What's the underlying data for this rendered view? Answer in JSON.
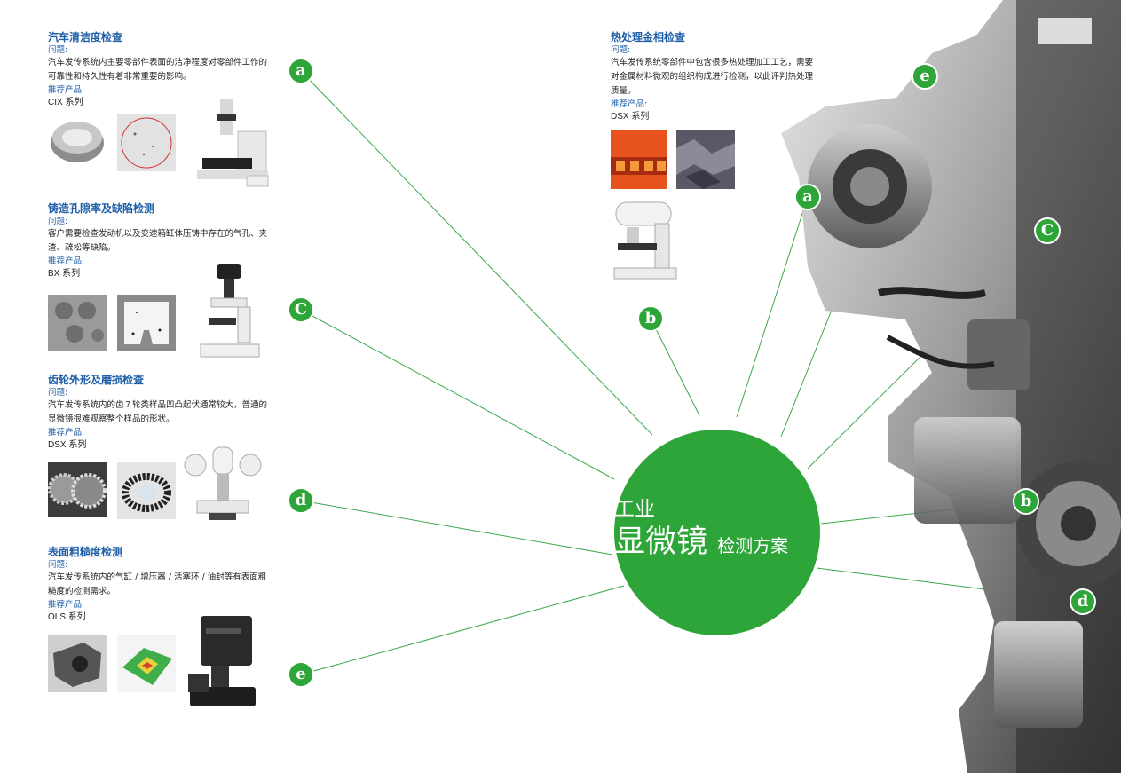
{
  "sections": {
    "cleanliness": {
      "title": "汽车清洁度检查",
      "q_label": "问题:",
      "q_text": "汽车发传系统内主要零部件表面的洁净程度对零部件工作的可靠性和持久性有着非常重要的影响。",
      "p_label": "推荐产品:",
      "product": "CIX 系列"
    },
    "casting": {
      "title": "铸造孔隙率及缺陷检测",
      "q_label": "问题:",
      "q_text": "客户需要检查发动机以及变速箱缸体压铸中存在的气孔、夹渣、疏松等缺陷。",
      "p_label": "推荐产品:",
      "product": "BX 系列"
    },
    "gear": {
      "title": "齿轮外形及磨损检查",
      "q_label": "问题:",
      "q_text": "汽车发传系统内的齿７轮类样品凹凸起伏通常较大，普通的显微镜很难观察整个样品的形状。",
      "p_label": "推荐产品:",
      "product": "DSX 系列"
    },
    "roughness": {
      "title": "表面粗糙度检测",
      "q_label": "问题:",
      "q_text": "汽车发传系统内的气缸 /  增压器 /  活塞环 / 油封等有表面粗糙度的检测需求。",
      "p_label": "推荐产品:",
      "product": "OLS 系列"
    },
    "heat": {
      "title": "热处理金相检查",
      "q_label": "问题:",
      "q_text": "汽车发传系统零部件中包含很多热处理加工工艺，需要对金属材料微观的组织构成进行检测，以此评判热处理质量。",
      "p_label": "推荐产品:",
      "product": "DSX 系列"
    }
  },
  "hub": {
    "line1": "工业",
    "line2": "显微镜",
    "line3": "检测方案"
  },
  "badges": {
    "a_left": "a",
    "c_left": "C",
    "d_left": "d",
    "e_left": "e",
    "b_top": "b",
    "e_engine": "e",
    "a_engine": "a",
    "c_engine": "C",
    "b_engine": "b",
    "d_engine": "d"
  },
  "colors": {
    "accent": "#2ea539",
    "title": "#1f5fa8"
  }
}
